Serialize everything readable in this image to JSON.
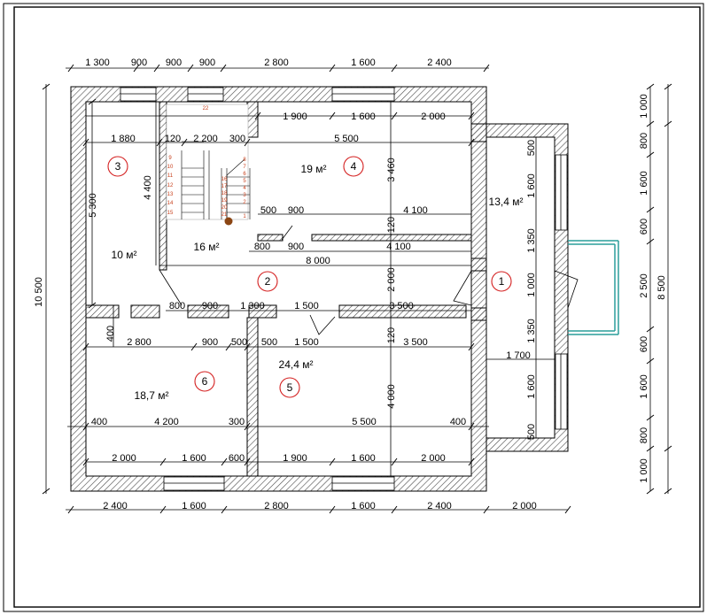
{
  "rooms": [
    {
      "number": "1",
      "area": "13,4 м²"
    },
    {
      "number": "2",
      "area": ""
    },
    {
      "number": "3",
      "area": "10 м²"
    },
    {
      "number": "4",
      "area": "19 м²"
    },
    {
      "number": "5",
      "area": "24,4 м²"
    },
    {
      "number": "6",
      "area": "18,7 м²"
    },
    {
      "number": "",
      "area": "16 м²"
    }
  ],
  "dimensions": {
    "top_outer": [
      "1 300",
      "900",
      "900",
      "900",
      "2 800",
      "1 600",
      "2 400"
    ],
    "top_inner": [
      "1 900",
      "1 600",
      "2 000"
    ],
    "row_stair": [
      "1 880",
      "120",
      "2 200",
      "300",
      "5 500"
    ],
    "row_mid": [
      "500",
      "900",
      "4 100"
    ],
    "row_lower": [
      "800",
      "900",
      "4 100"
    ],
    "corridor_total": "8 000",
    "wall_row": [
      "800",
      "900",
      "1 300",
      "1 500",
      "3 500"
    ],
    "room_row": [
      "2 800",
      "900",
      "500",
      "500",
      "1 500",
      "3 500"
    ],
    "room_left_offset": "400",
    "bottom_row": [
      "400",
      "4 200",
      "300",
      "5 500",
      "400"
    ],
    "bottom_inner": [
      "2 000",
      "1 600",
      "600",
      "1 900",
      "1 600",
      "2 000"
    ],
    "bottom_outer": [
      "2 400",
      "1 600",
      "2 800",
      "1 600",
      "2 400",
      "2 000"
    ],
    "left_overall": "10 500",
    "left_room3": "5 300",
    "stair_height": "4 400",
    "center_vertical": [
      "3 460",
      "120",
      "2 000",
      "120",
      "4 000"
    ],
    "right_inner": [
      "500",
      "1 600",
      "1 350",
      "1 000",
      "1 350",
      "1 600",
      "500"
    ],
    "right_outer": [
      "1 000",
      "800",
      "1 600",
      "600",
      "2 500",
      "600",
      "1 600",
      "800",
      "1 000"
    ],
    "right_total": "8 500",
    "veranda_width": "1 700"
  },
  "stair_steps": [
    "9",
    "10",
    "11",
    "12",
    "13",
    "14",
    "15",
    "8",
    "7",
    "6",
    "5",
    "4",
    "3",
    "2",
    "1",
    "16",
    "17",
    "18",
    "19",
    "20",
    "21",
    "22"
  ],
  "colors": {
    "line": "#000000",
    "hatch": "#4a4a4a",
    "step": "#c8401c",
    "marker": "#d42020",
    "window": "#2a9d9a",
    "landing": "#8b4513"
  }
}
